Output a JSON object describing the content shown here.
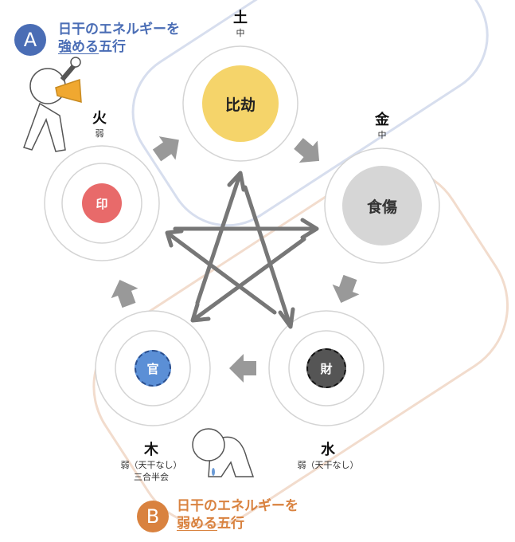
{
  "groups": {
    "a": {
      "badge": "A",
      "line1": "日干のエネルギーを",
      "line2_underlined": "強める",
      "line2_rest": "五行",
      "color": "#4a6db5"
    },
    "b": {
      "badge": "B",
      "line1": "日干のエネルギーを",
      "line2_underlined": "弱める",
      "line2_rest": "五行",
      "color": "#d9823f"
    }
  },
  "elements": {
    "earth": {
      "name": "土",
      "strength": "中",
      "star": "比劫",
      "color": "#f5d46a"
    },
    "fire": {
      "name": "火",
      "strength": "弱",
      "star": "印",
      "color": "#e86a6a"
    },
    "metal": {
      "name": "金",
      "strength": "中",
      "star": "食傷",
      "color": "#d6d6d6"
    },
    "water": {
      "name": "水",
      "strength": "弱（天干なし）",
      "star": "財",
      "color": "#555555"
    },
    "wood": {
      "name": "木",
      "strength": "弱（天干なし）",
      "note": "三合半会",
      "star": "官",
      "color": "#5b8fd6"
    }
  }
}
